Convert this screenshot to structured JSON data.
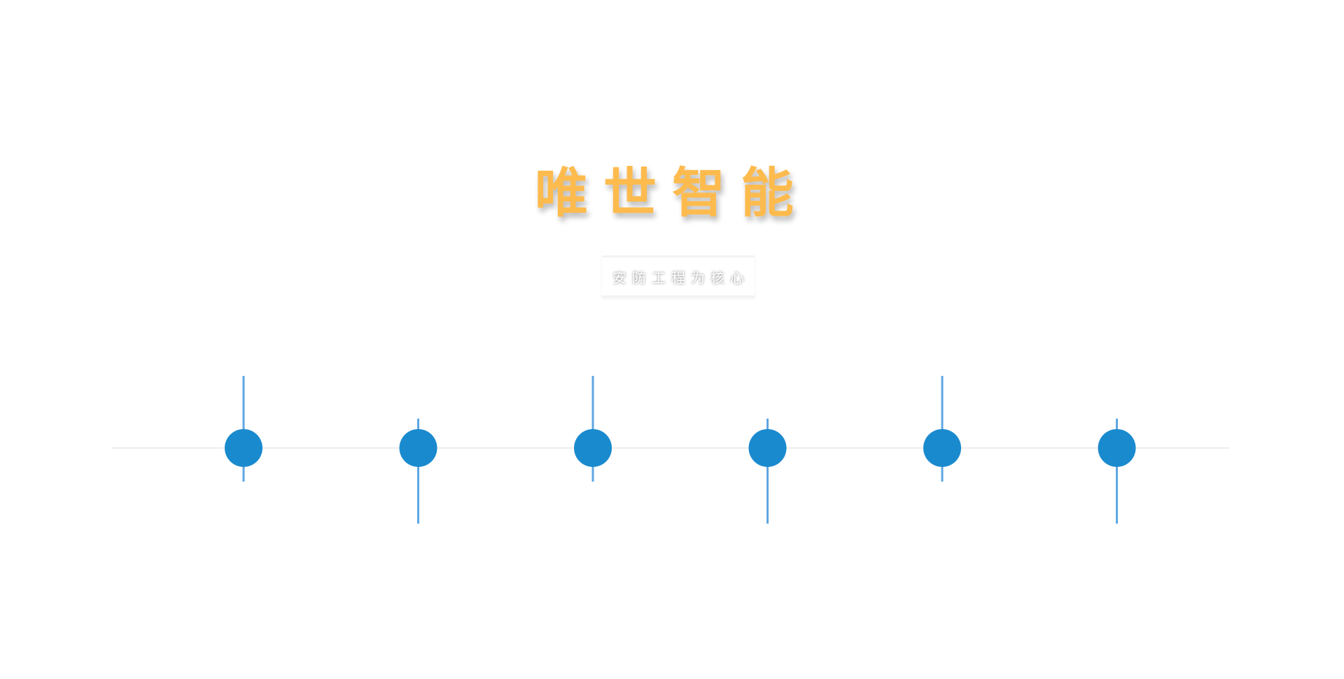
{
  "hero": {
    "title": "唯世智能",
    "tagline": "安防工程为核心"
  },
  "colors": {
    "title": "#FDBB4E",
    "node": "#1A8ACE",
    "stem": "#5EA7E3",
    "track": "#EDEDED"
  },
  "timeline": {
    "nodes": [
      {
        "stem": "up"
      },
      {
        "stem": "down"
      },
      {
        "stem": "up"
      },
      {
        "stem": "down"
      },
      {
        "stem": "up"
      },
      {
        "stem": "down"
      }
    ]
  }
}
